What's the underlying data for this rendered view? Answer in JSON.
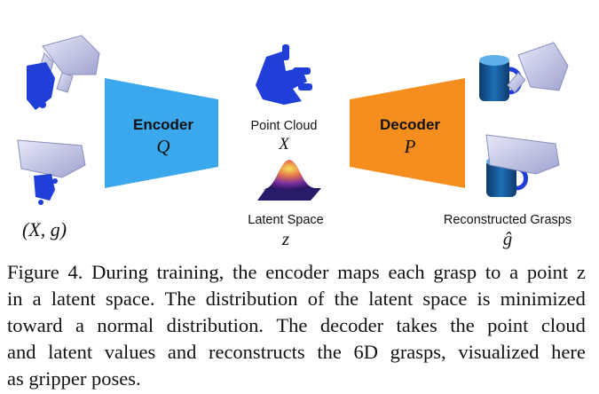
{
  "figure": {
    "input_label": "(X, g)",
    "encoder": {
      "title": "Encoder",
      "symbol": "Q"
    },
    "point_cloud": {
      "label": "Point Cloud",
      "symbol": "X"
    },
    "latent": {
      "label": "Latent Space",
      "symbol": "z"
    },
    "decoder": {
      "title": "Decoder",
      "symbol": "P"
    },
    "output": {
      "label": "Reconstructed Grasps",
      "symbol": "ĝ"
    },
    "colors": {
      "encoder": "#3BA8EE",
      "decoder": "#F58E1E",
      "point_cloud": "#1F3FD8",
      "gripper": "#C9CCE8"
    }
  },
  "caption": {
    "lines": [
      "Figure 4. During training, the encoder maps each grasp to a point z",
      "in a latent space. The distribution of the latent space is minimized",
      "toward a normal distribution.  The decoder takes the point cloud",
      "and latent values and reconstructs the 6D grasps, visualized here",
      "as gripper poses."
    ]
  }
}
